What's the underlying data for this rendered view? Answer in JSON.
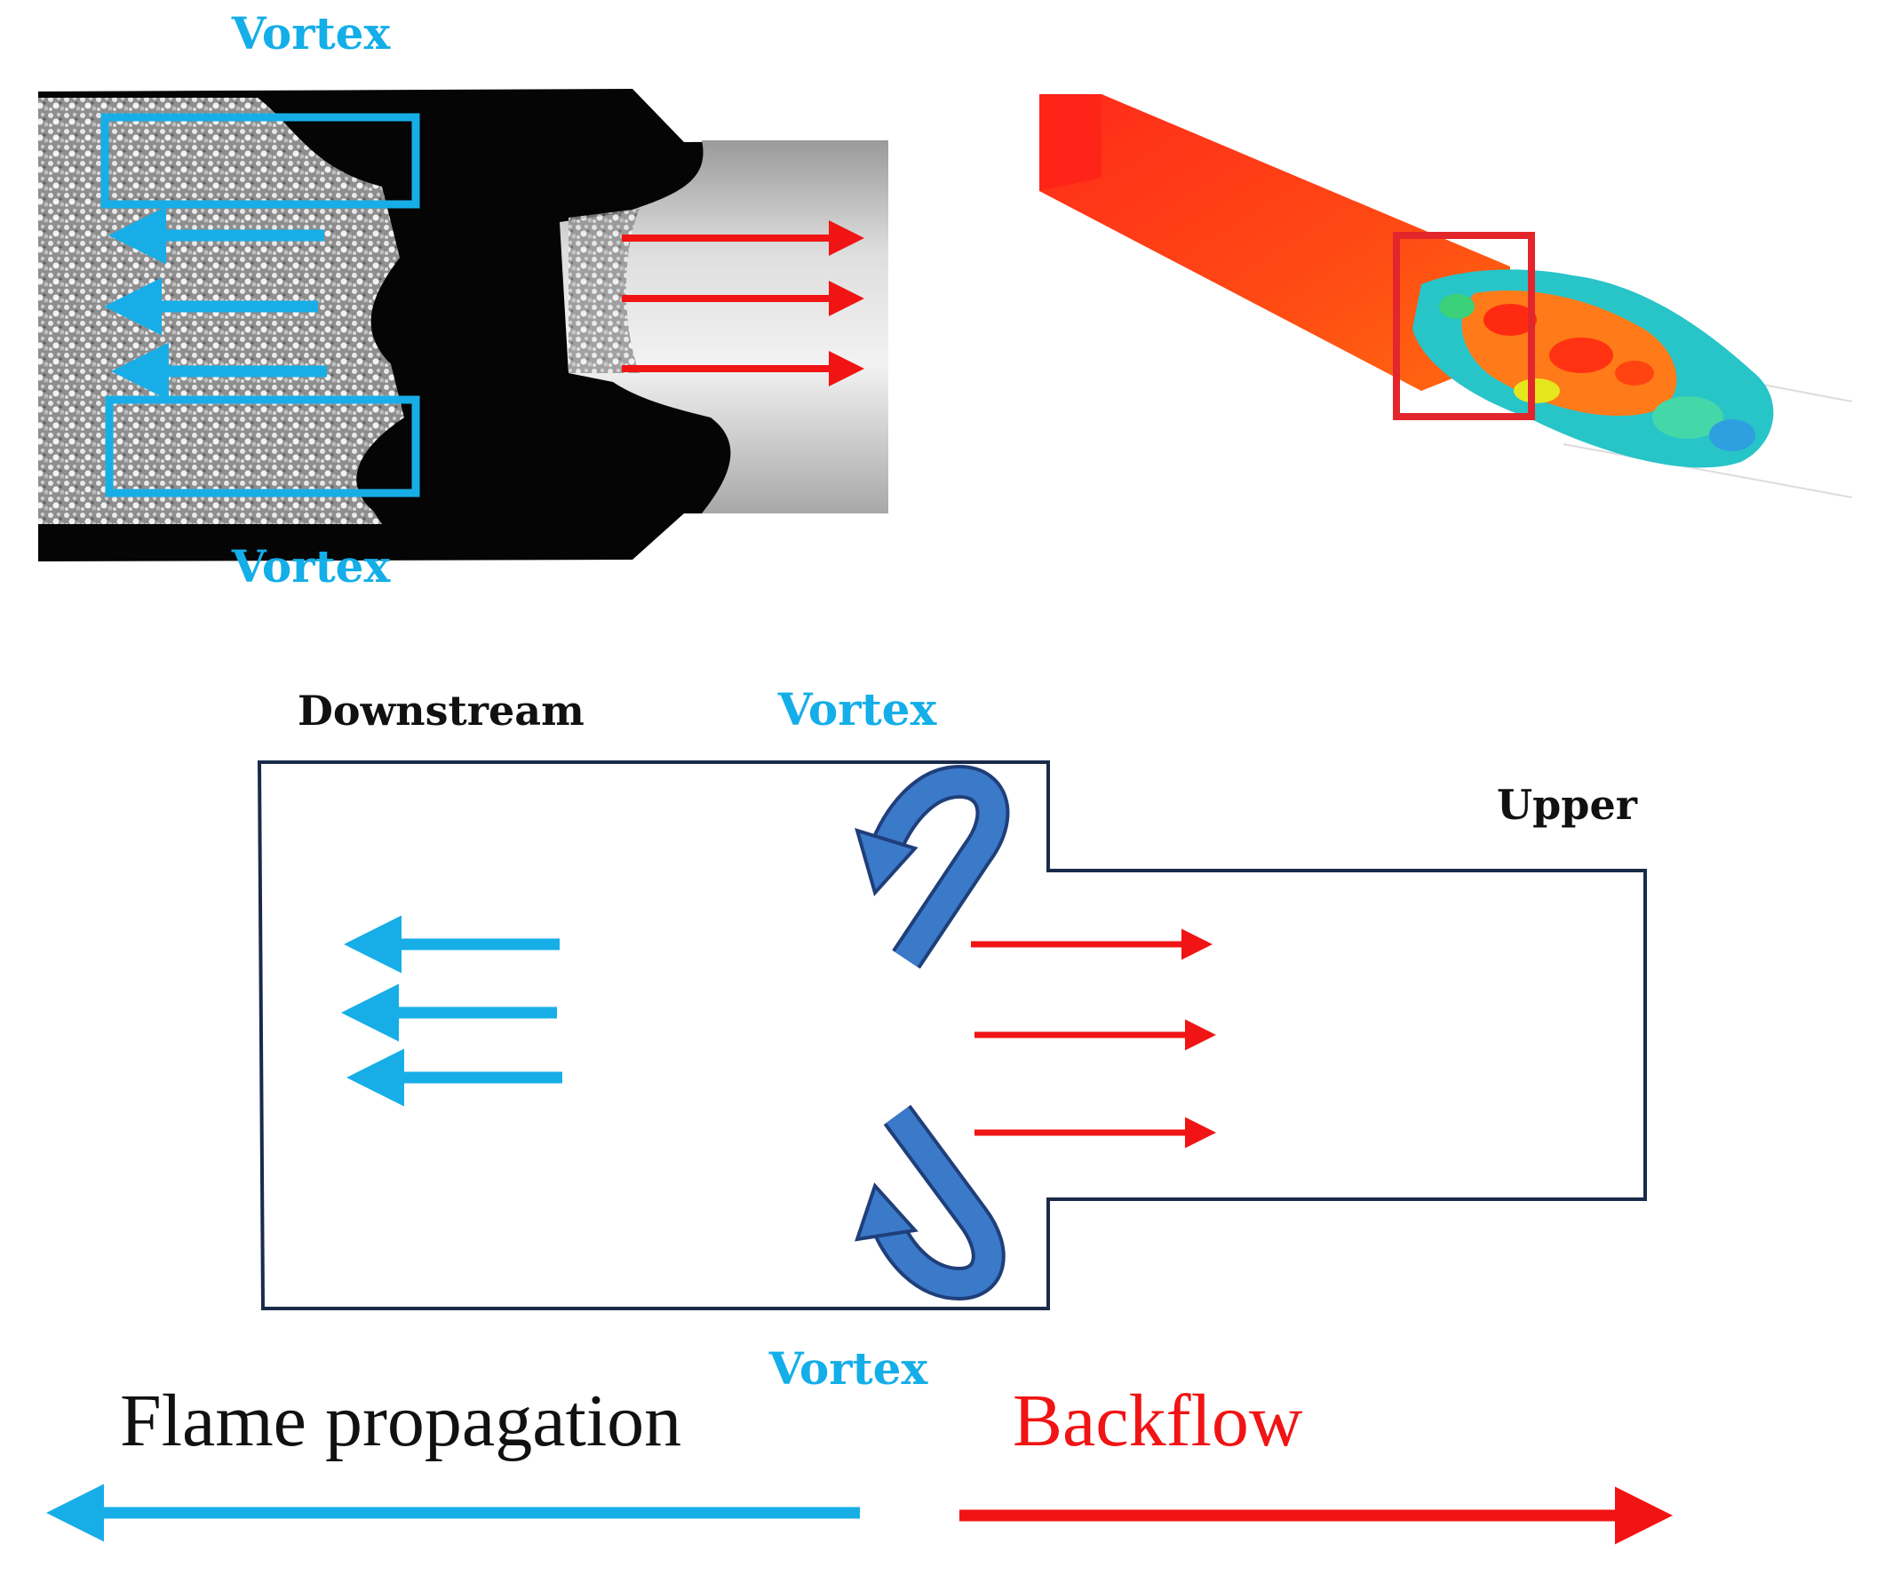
{
  "colors": {
    "propagation": "#17aee8",
    "backflow": "#f01414",
    "vortex_text": "#14aee8",
    "vortex_arrow_fill": "#3b79c9",
    "vortex_arrow_stroke": "#1f3f7a",
    "outline": "#1a2b4a",
    "text": "#111111"
  },
  "photo_panel": {
    "vortex_label_top": "Vortex",
    "vortex_label_bottom": "Vortex",
    "left_arrow_count": 3,
    "right_arrow_count": 3
  },
  "simulation_panel": {
    "highlight_color": "#e3262b"
  },
  "schematic": {
    "label_downstream": "Downstream",
    "label_vortex_top": "Vortex",
    "label_upper": "Upper",
    "label_vortex_bottom": "Vortex",
    "left_arrow_count": 3,
    "right_arrow_count": 3
  },
  "legend": {
    "flame_label": "Flame propagation",
    "backflow_label": "Backflow"
  }
}
